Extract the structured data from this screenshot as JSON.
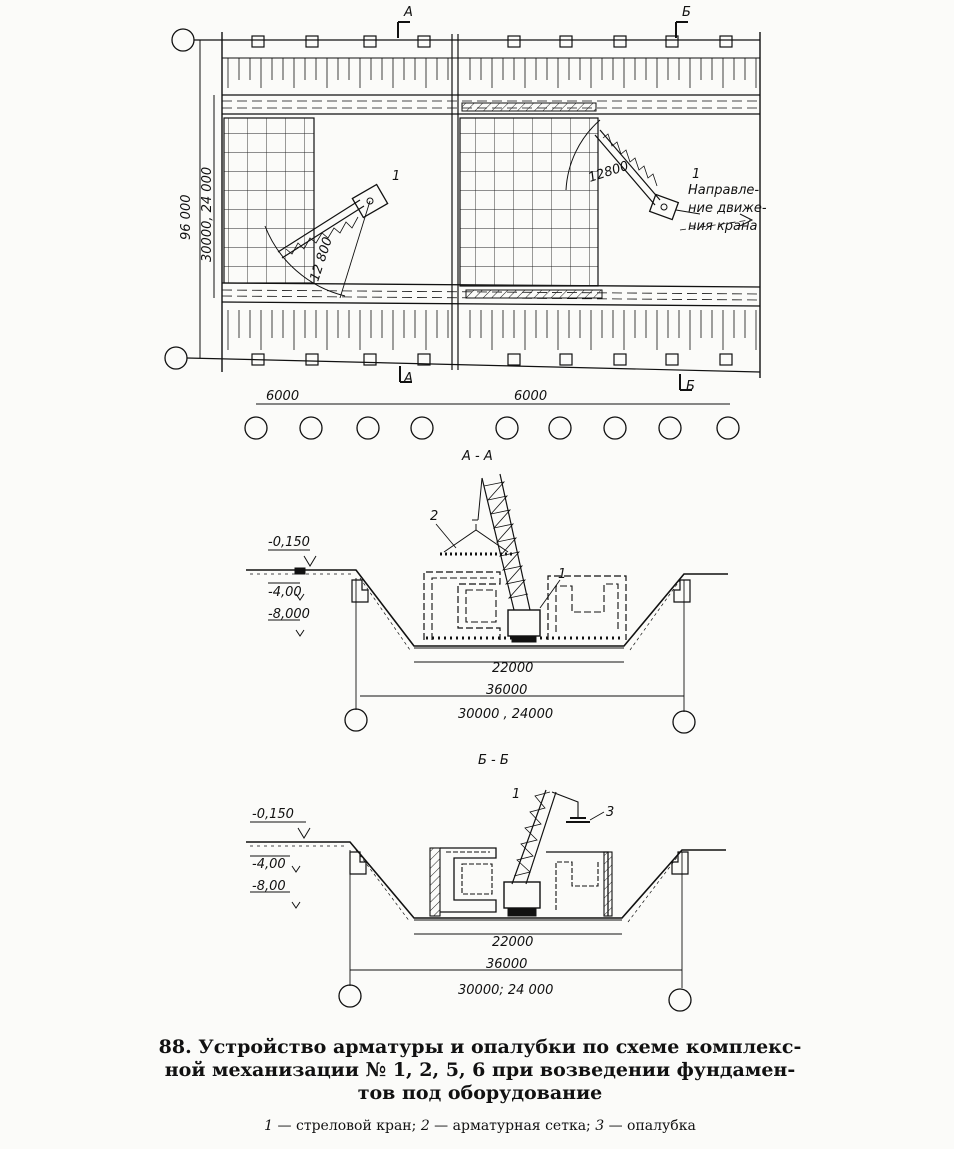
{
  "plan": {
    "dim_width_total": "96 000",
    "dim_width_pit": "30000, 24 000",
    "radius_left": "12 800",
    "radius_right": "12800",
    "span_left": "6000",
    "span_right": "6000",
    "section_a": "А",
    "section_b": "Б",
    "crane_marker": "1",
    "direction_note": [
      "Направле-",
      "ние движе-",
      "ния крана"
    ]
  },
  "section_aa": {
    "title": "А - А",
    "elev_1": "-0,150",
    "elev_2": "-4,00",
    "elev_3": "-8,000",
    "dim_bottom": "22000",
    "dim_mid": "36000",
    "dim_axes": "30000 , 24000",
    "marker_1": "1",
    "marker_2": "2"
  },
  "section_bb": {
    "title": "Б - Б",
    "elev_1": "-0,150",
    "elev_2": "-4,00",
    "elev_3": "-8,00",
    "dim_bottom": "22000",
    "dim_mid": "36000",
    "dim_axes": "30000; 24 000",
    "marker_1": "1",
    "marker_3": "3"
  },
  "caption": {
    "title_line1": "88. Устройство арматуры и опалубки по схеме комплекс-",
    "title_line2": "ной механизации № 1, 2, 5, 6 при возведении фундамен-",
    "title_line3": "тов под оборудование",
    "legend_1_num": "1",
    "legend_1_text": " — стреловой кран; ",
    "legend_2_num": "2",
    "legend_2_text": " — арматурная сетка; ",
    "legend_3_num": "3",
    "legend_3_text": " — опалубка"
  }
}
